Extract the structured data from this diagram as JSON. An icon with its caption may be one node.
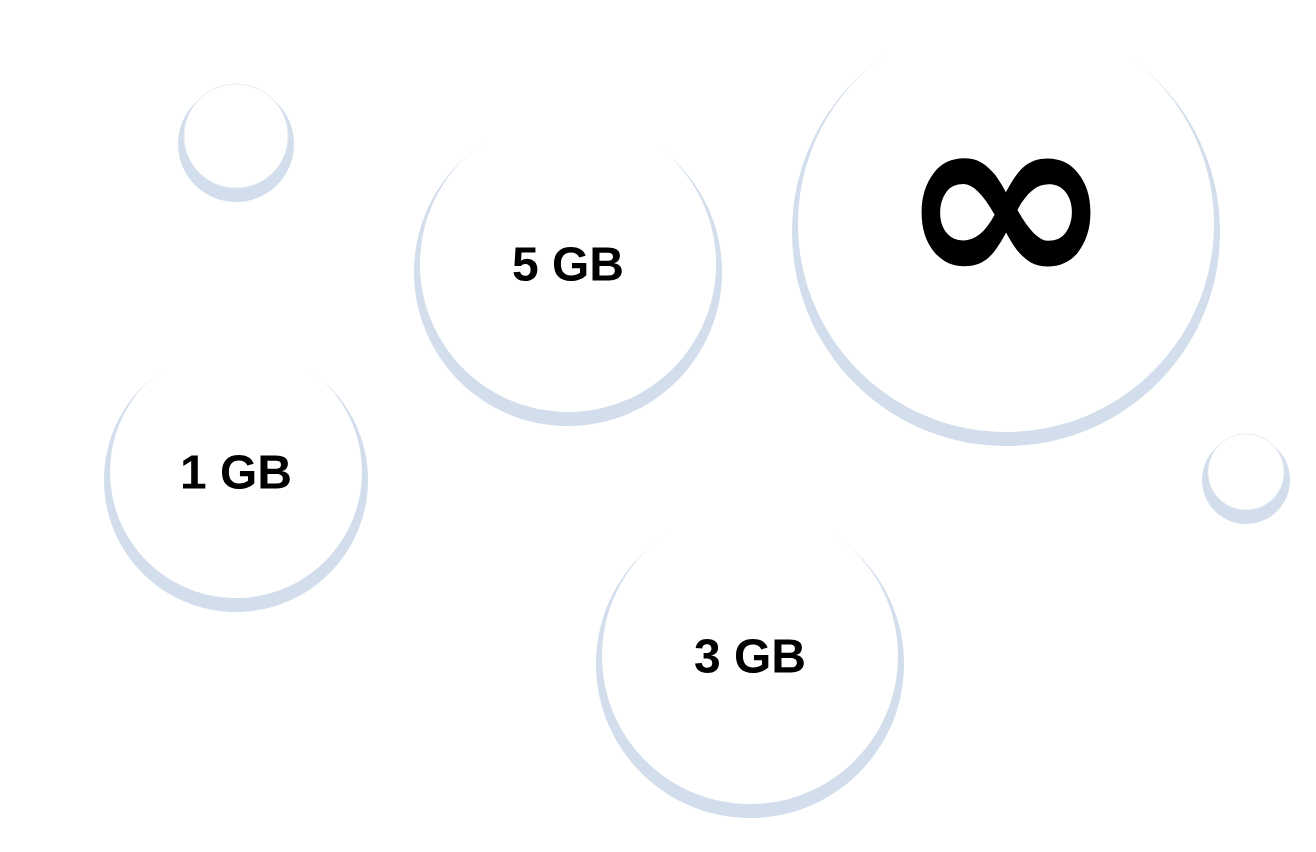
{
  "diagram": {
    "nodes": [
      {
        "text": [],
        "shape": "circle"
      },
      {
        "text": [
          "5 GB"
        ]
      },
      {
        "text": [
          "∞"
        ]
      },
      {
        "text": [
          "1 GB"
        ]
      },
      {
        "text": [],
        "shape": "circle"
      },
      {
        "text": [
          "3 GB"
        ]
      }
    ]
  }
}
